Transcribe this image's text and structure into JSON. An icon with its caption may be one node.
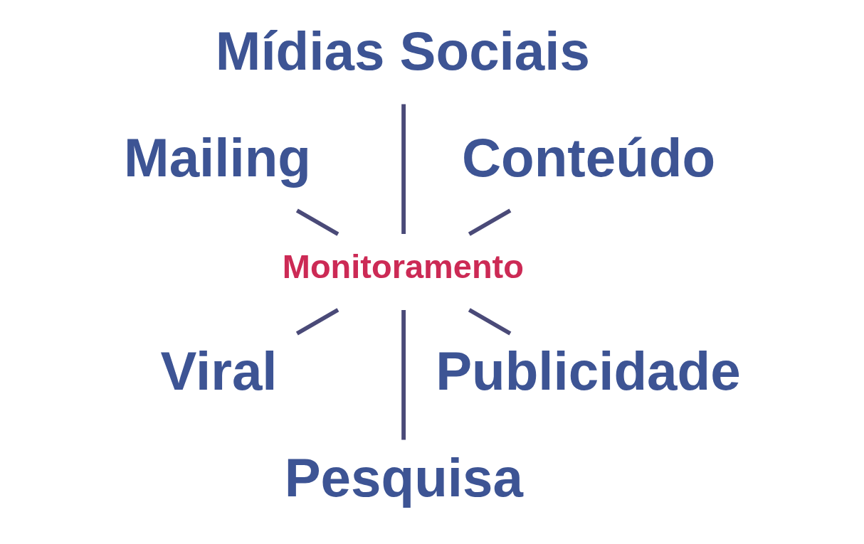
{
  "diagram": {
    "nodes": [
      {
        "text": [
          "Conteúdo"
        ]
      },
      {
        "text": [
          "Mídias Sociais"
        ]
      },
      {
        "text": [
          "Mailing"
        ]
      },
      {
        "text": [
          "Monitoramento"
        ]
      },
      {
        "text": [
          "Viral"
        ]
      },
      {
        "text": [
          "Pesquisa"
        ]
      },
      {
        "text": [
          "Publicidade"
        ]
      }
    ],
    "edges": [
      {
        "from": 3,
        "to": 0,
        "arrow": "none"
      },
      {
        "from": 3,
        "to": 1,
        "arrow": "none"
      },
      {
        "from": 3,
        "to": 4,
        "arrow": "none"
      },
      {
        "from": 3,
        "to": 6,
        "arrow": "none"
      },
      {
        "from": 3,
        "to": 5,
        "arrow": "none"
      },
      {
        "from": 3,
        "to": 2,
        "arrow": "none"
      }
    ]
  }
}
